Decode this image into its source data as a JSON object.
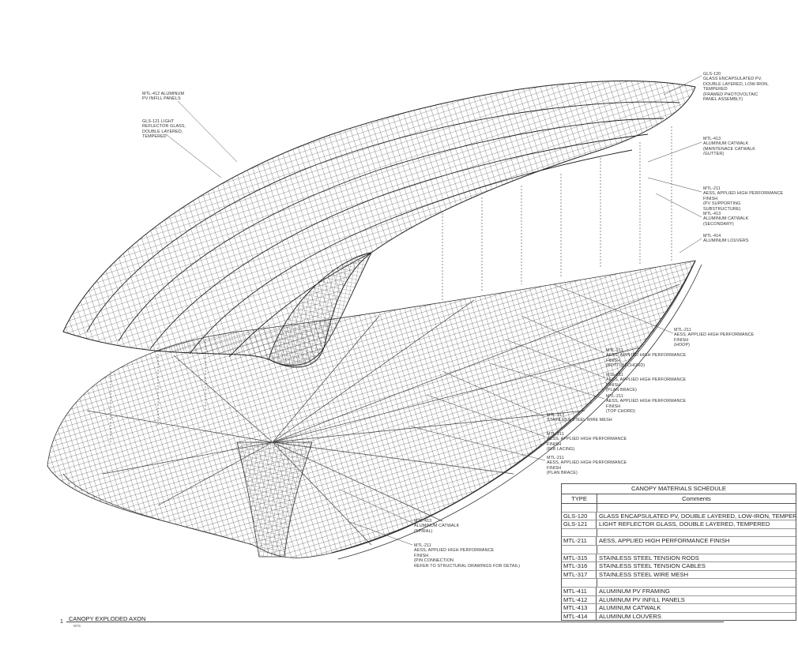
{
  "callouts": {
    "mtl412": "MTL-412 ALUMINUM\nPV INFILL PANELS",
    "gls121": "GLS-121 LIGHT\nREFLECTOR GLASS,\nDOUBLE LAYERED,\nTEMPERED",
    "gls120": "GLS-120\nGLASS ENCAPSULATED PV,\nDOUBLE LAYERED, LOW-IRON,\nTEMPERED\n(FRAMED PHOTOVOLTAIC\nPANEL ASSEMBLY)",
    "mtl413_maint": "MTL-413\nALUMINUM CATWALK\n(MAINTENACE CATWALK\n/GUTTER)",
    "mtl211_pv": "MTL-211\nAESS, APPLIED HIGH PERFORMANCE\nFINISH\n(PV SUPPORTING\nSUBSTRUCTURE)",
    "mtl413_secondary": "MTL-413\nALUMINUM CATWALK\n(SECONDARY)",
    "mtl414": "MTL-414\nALUMINUM LOUVERS",
    "mtl211_hoop": "MTL-211\nAESS, APPLIED HIGH PERFORMANCE\nFINISH\n(HOOP)",
    "mtl211_bottom": "MTL-211\nAESS, APPLIED HIGH PERFORMANCE\nFINISH\n(BOTTOM CHORD)",
    "mtl211_planbrace1": "MTL-211\nAESS, APPLIED HIGH PERFORMANCE\nFINISH\n(PLAN BRACE)",
    "mtl211_top": "MTL-211\nAESS, APPLIED HIGH PERFORMANCE\nFINISH\n(TOP CHORD)",
    "mtl317": "MTL-317\nSTAINLESS STEEL WIRE MESH",
    "mtl211_rib": "MTL-211\nAESS, APPLIED HIGH PERFORMANCE\nFINISH\n(RIB LACING)",
    "mtl211_planbrace2": "MTL-211\nAESS, APPLIED HIGH PERFORMANCE\nFINISH\n(PLAN BRACE)",
    "mtl413_spiral": "MTL-413\nALUMINUM CATWALK\n(SPIRAL)",
    "mtl211_pin": "MTL-211\nAESS, APPLIED HIGH PERFORMANCE\nFINISH\n(PIN CONNECTION\nREFER TO STRUCTURAL DRAWINGS FOR DETAIL)"
  },
  "schedule": {
    "title": "CANOPY MATERIALS SCHEDULE",
    "col_type": "TYPE",
    "col_comments": "Comments",
    "rows": [
      {
        "type": "GLS-120",
        "comment": "GLASS ENCAPSULATED PV, DOUBLE LAYERED, LOW-IRON, TEMPERED"
      },
      {
        "type": "GLS-121",
        "comment": "LIGHT REFLECTOR GLASS, DOUBLE LAYERED, TEMPERED"
      },
      {
        "type": "MTL-211",
        "comment": "AESS, APPLIED HIGH PERFORMANCE FINISH"
      },
      {
        "type": "MTL-315",
        "comment": "STAINLESS STEEL TENSION RODS"
      },
      {
        "type": "MTL-316",
        "comment": "STAINLESS STEEL TENSION CABLES"
      },
      {
        "type": "MTL-317",
        "comment": "STAINLESS STEEL WIRE MESH"
      },
      {
        "type": "MTL-411",
        "comment": "ALUMINUM PV FRAMING"
      },
      {
        "type": "MTL-412",
        "comment": "ALUMINUM PV INFILL PANELS"
      },
      {
        "type": "MTL-413",
        "comment": "ALUMINUM CATWALK"
      },
      {
        "type": "MTL-414",
        "comment": "ALUMINUM LOUVERS"
      }
    ]
  },
  "footer": {
    "number": "1",
    "title": "CANOPY EXPLODED AXON",
    "scale": "NTS"
  }
}
